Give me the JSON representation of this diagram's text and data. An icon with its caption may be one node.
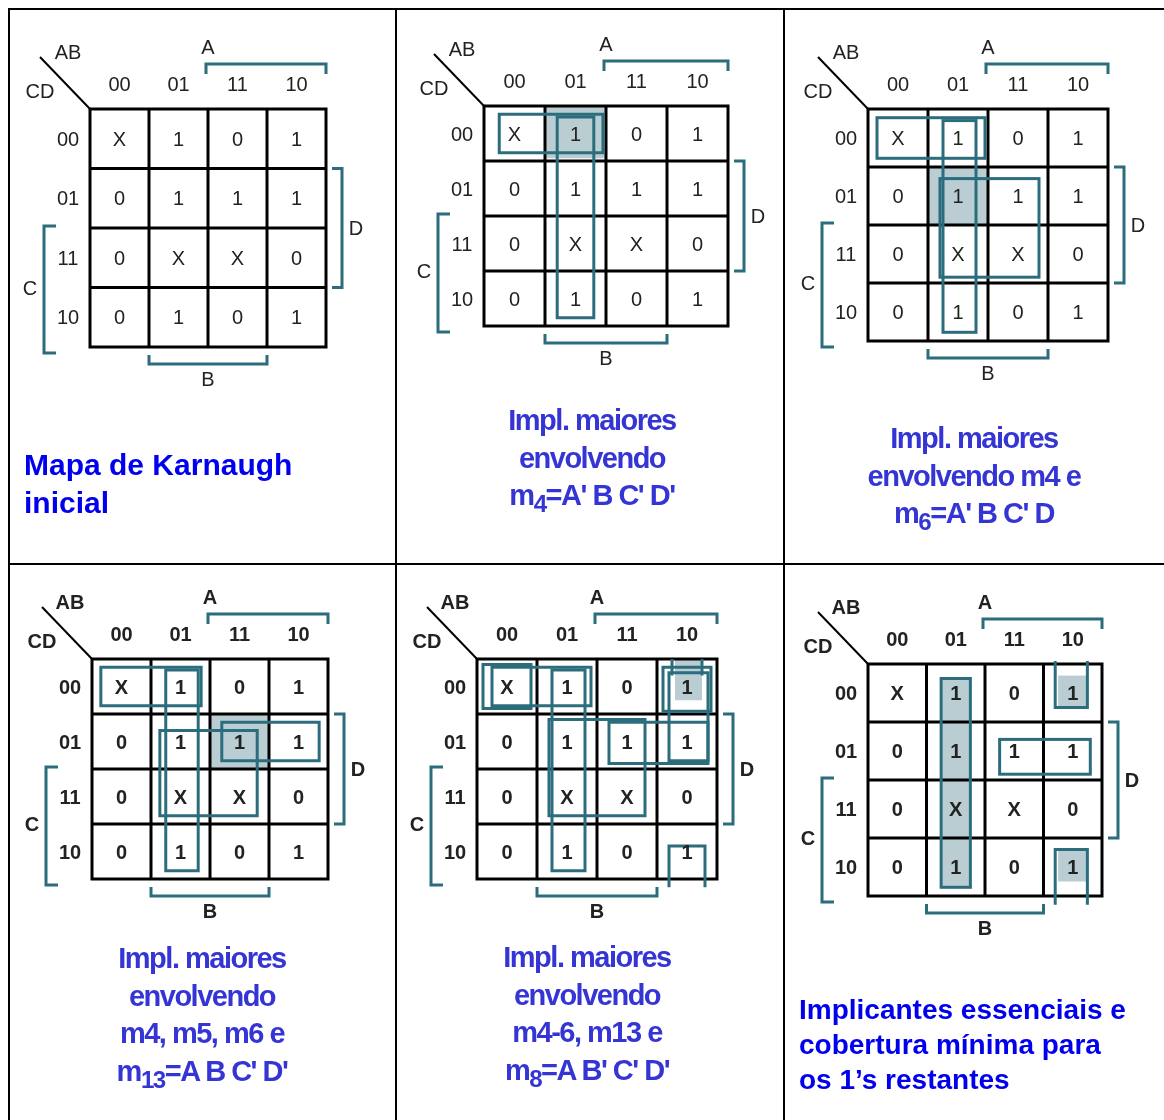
{
  "diagram": {
    "labels": [
      "AB",
      "A",
      "CD",
      "00",
      "01",
      "11",
      "10",
      "00",
      "X",
      "1",
      "0",
      "1",
      "01",
      "0",
      "1",
      "1",
      "1",
      "11",
      "0",
      "X",
      "X",
      "0",
      "10",
      "0",
      "1",
      "0",
      "1",
      "D",
      "C",
      "B",
      "Mapa de Karnaugh inicial",
      "AB",
      "A",
      "CD",
      "00",
      "01",
      "11",
      "10",
      "00",
      "X",
      "1",
      "0",
      "1",
      "01",
      "0",
      "1",
      "1",
      "1",
      "11",
      "0",
      "X",
      "X",
      "0",
      "10",
      "0",
      "1",
      "0",
      "1",
      "D",
      "C",
      "B",
      "Impl. maiores envolvendo m$_{4}$=A' B C' D'",
      "AB",
      "A",
      "CD",
      "00",
      "01",
      "11",
      "10",
      "00",
      "X",
      "1",
      "0",
      "1",
      "01",
      "0",
      "1",
      "1",
      "1",
      "11",
      "0",
      "X",
      "X",
      "0",
      "10",
      "0",
      "1",
      "0",
      "1",
      "D",
      "C",
      "B",
      "Impl. maiores envolvendo m4 e m$_{6}$=A' B C' D",
      "AB",
      "A",
      "CD",
      "00",
      "01",
      "11",
      "10",
      "00",
      "X",
      "1",
      "0",
      "1",
      "01",
      "0",
      "1",
      "1",
      "1",
      "11",
      "0",
      "X",
      "X",
      "0",
      "10",
      "0",
      "1",
      "0",
      "1",
      "D",
      "C",
      "B",
      "Impl. maiores envolvendo m4, m5, m6 e m$_{13}$=A B C' D'",
      "AB",
      "A",
      "CD",
      "00",
      "01",
      "11",
      "10",
      "00",
      "X",
      "1",
      "0",
      "1",
      "01",
      "0",
      "1",
      "1",
      "1",
      "11",
      "0",
      "X",
      "X",
      "0",
      "10",
      "0",
      "1",
      "0",
      "1",
      "D",
      "C",
      "B",
      "Impl. maiores envolvendo m4-6, m13 e m$_{8}$=A B' C' D'",
      "AB",
      "A",
      "CD",
      "00",
      "01",
      "11",
      "10",
      "00",
      "X",
      "1",
      "0",
      "1",
      "01",
      "0",
      "1",
      "1",
      "1",
      "11",
      "0",
      "X",
      "X",
      "0",
      "10",
      "0",
      "1",
      "0",
      "1",
      "D",
      "C",
      "B",
      "Implicantes essenciais e cobertura mínima para os 1’s restantes"
    ]
  }
}
